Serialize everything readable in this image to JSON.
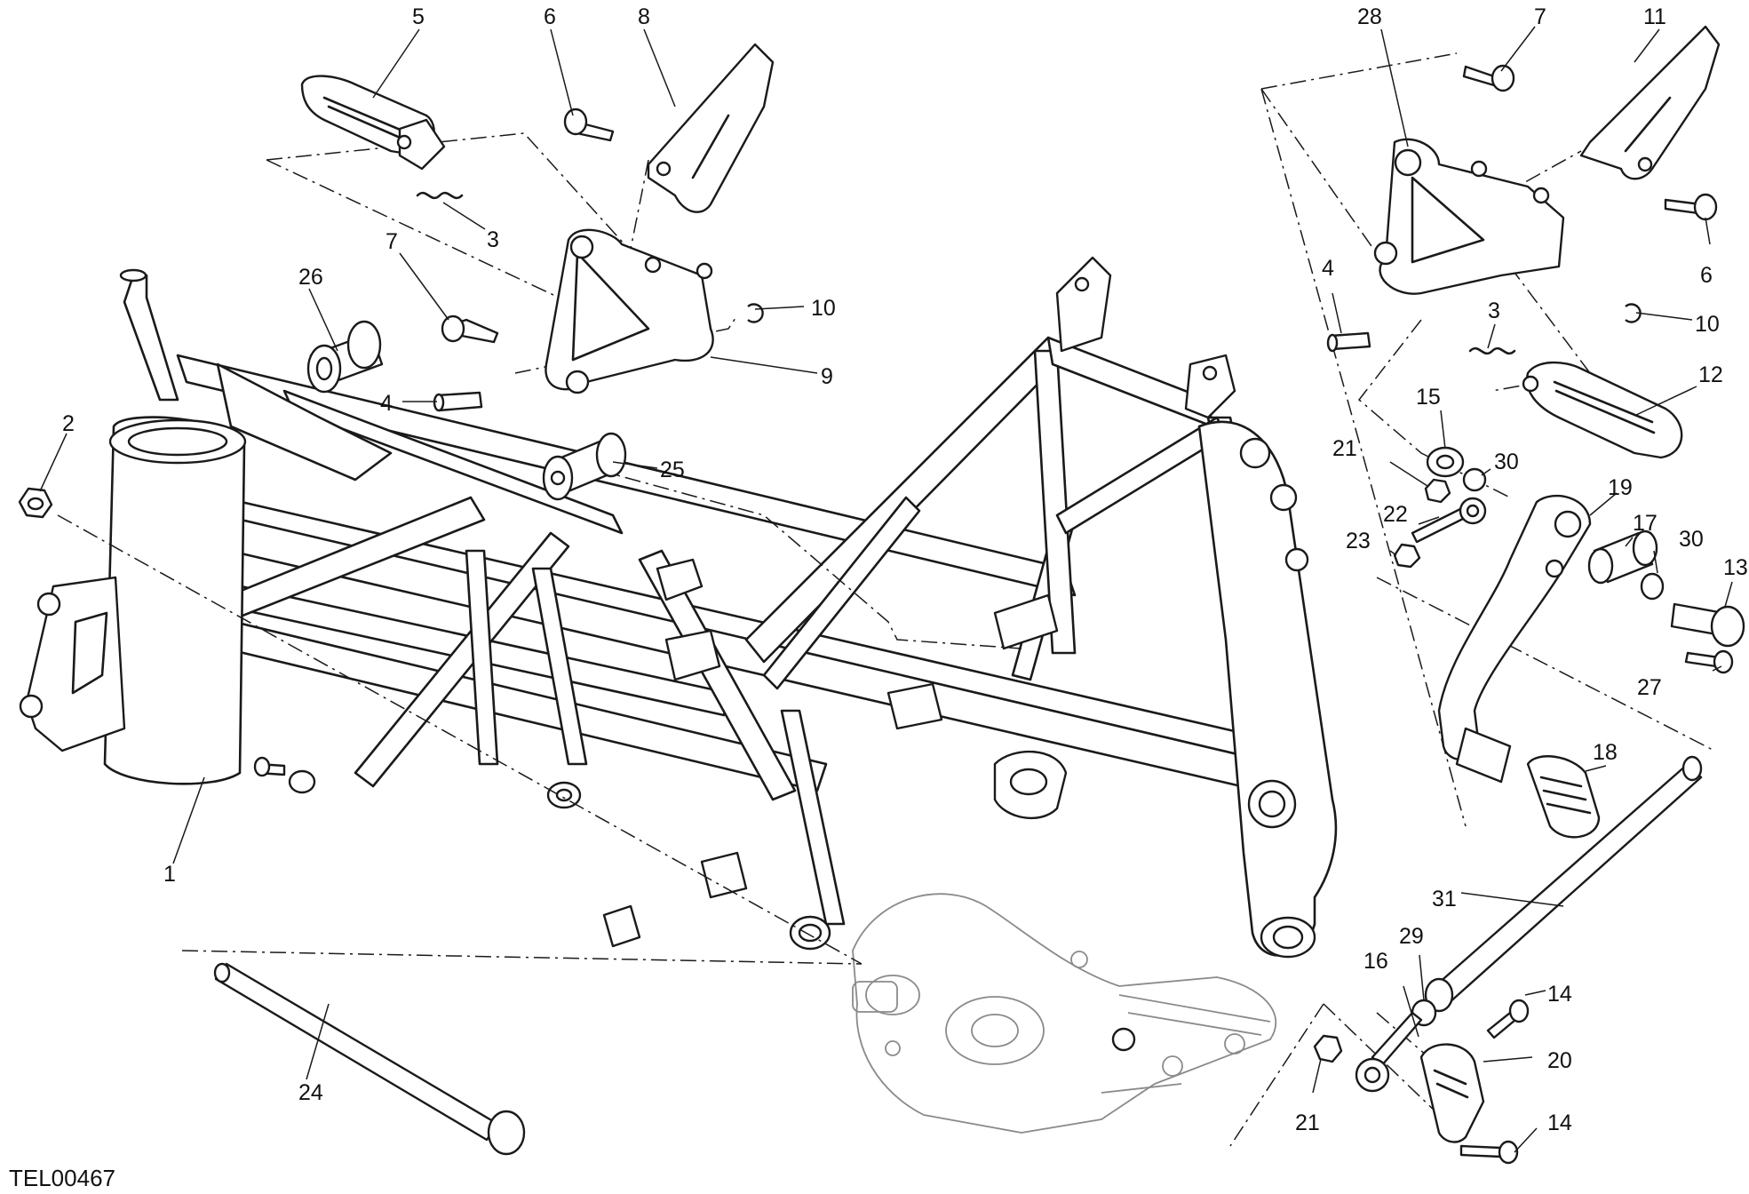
{
  "drawing_code": "TEL00467",
  "callouts": {
    "c1": "1",
    "c2": "2",
    "c3a": "3",
    "c3b": "3",
    "c4a": "4",
    "c4b": "4",
    "c5": "5",
    "c6a": "6",
    "c6b": "6",
    "c7a": "7",
    "c7b": "7",
    "c8": "8",
    "c9": "9",
    "c10a": "10",
    "c10b": "10",
    "c11": "11",
    "c12": "12",
    "c13": "13",
    "c14a": "14",
    "c14b": "14",
    "c15": "15",
    "c16": "16",
    "c17": "17",
    "c18": "18",
    "c19": "19",
    "c20": "20",
    "c21a": "21",
    "c21b": "21",
    "c22": "22",
    "c23": "23",
    "c24": "24",
    "c25": "25",
    "c26": "26",
    "c27": "27",
    "c28": "28",
    "c29": "29",
    "c30a": "30",
    "c30b": "30",
    "c31": "31"
  }
}
